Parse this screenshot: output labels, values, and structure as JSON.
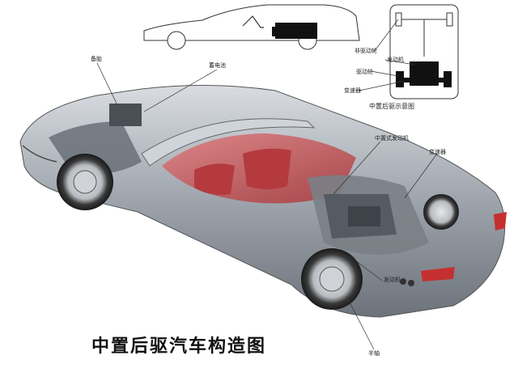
{
  "diagram": {
    "title": "中置后驱汽车构造图",
    "schematic_title": "中置后驱示意图",
    "labels": {
      "spare_tire": "备胎",
      "battery": "蓄电池",
      "non_drive_wheel": "非驱动轮",
      "engine_top": "发动机",
      "drive_wheel": "驱动轮",
      "transmission_top": "变速器",
      "mid_engine": "中置式发动机",
      "transmission_right": "变速器",
      "engine_bottom": "发动机",
      "half_shaft": "半轴"
    },
    "colors": {
      "body": "#9aa0a8",
      "interior": "#c9464a",
      "line": "#333333"
    }
  }
}
